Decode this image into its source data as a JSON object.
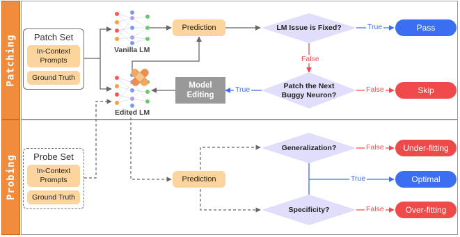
{
  "sections": {
    "patching": "Patching",
    "probing": "Probing"
  },
  "patch_set": {
    "title": "Patch Set",
    "prompts": "In-Context Prompts",
    "ground_truth": "Ground Truth"
  },
  "probe_set": {
    "title": "Probe Set",
    "prompts": "In-Context Prompts",
    "ground_truth": "Ground Truth"
  },
  "models": {
    "vanilla": "Vanilla LM",
    "edited": "Edited LM"
  },
  "prediction_labels": {
    "patching": "Prediction",
    "probing": "Prediction"
  },
  "model_editing": "Model Editing",
  "decisions": {
    "issue_fixed": "LM Issue is Fixed?",
    "patch_next": "Patch the Next Buggy Neuron?",
    "generalization": "Generalization?",
    "specificity": "Specificity?"
  },
  "outcomes": {
    "pass": "Pass",
    "skip": "Skip",
    "under_fitting": "Under-fitting",
    "optimal": "Optimal",
    "over_fitting": "Over-fitting"
  },
  "edge_labels": {
    "issue_true": "True",
    "issue_false": "False",
    "patch_true": "True",
    "patch_false": "False",
    "gen_false": "False",
    "optimal_true": "True",
    "spec_false": "False"
  },
  "colors": {
    "section_band": "#f08c3c",
    "chip": "#fcd49e",
    "diamond": "#e0defb",
    "pass_blue": "#3b6ef0",
    "fail_red": "#ef4a4a",
    "editing_gray": "#999999"
  },
  "icons": {
    "network": "neural-network-icon",
    "patch": "bandage-patch-icon"
  }
}
